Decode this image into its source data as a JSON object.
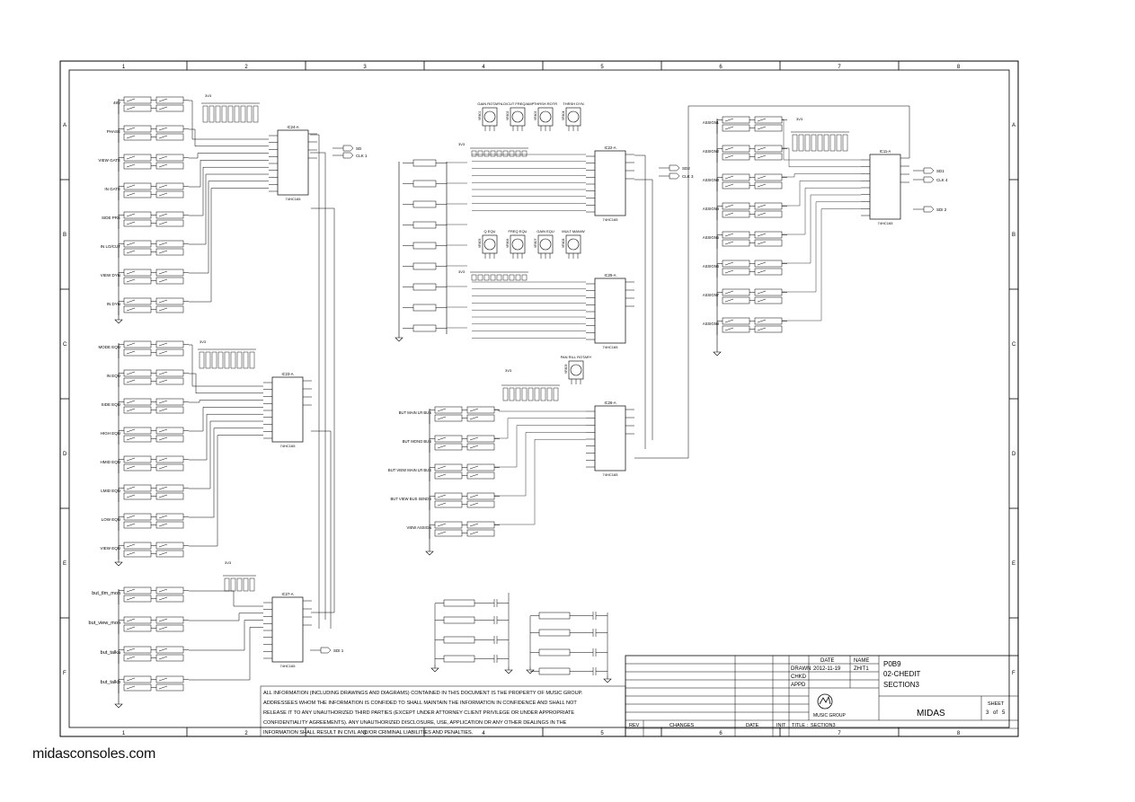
{
  "grid": {
    "cols": [
      "1",
      "2",
      "3",
      "4",
      "5",
      "6",
      "7",
      "8"
    ],
    "rows": [
      "A",
      "B",
      "C",
      "D",
      "E",
      "F"
    ]
  },
  "pot_group_1": {
    "labels": [
      "GAIN ROTARY",
      "LO/CUT FREQ/AMP",
      "THRSH ROTR",
      "THRSH DYN"
    ],
    "refs": [
      "VR801",
      "VR802",
      "VR803",
      "VR804"
    ]
  },
  "pot_group_2": {
    "labels": [
      "Q EQU",
      "FREQ EQU",
      "GAIN EQU",
      "MULT MAN/W"
    ],
    "refs": [
      "VR805",
      "VR806",
      "VR807",
      "VR808"
    ]
  },
  "pot_single": {
    "label": "PAN RILL ROTARY",
    "ref": "VR809"
  },
  "left_top_labels": [
    "48V",
    "PHASE",
    "VIEW GATE",
    "IN GATE",
    "SIDE PRE",
    "IN LO/CUT",
    "VIEW DYN",
    "IN DYN"
  ],
  "left_mid_labels": [
    "MODE EQU",
    "IN EQU",
    "SIDE EQU",
    "HIGH EQU",
    "HMID EQU",
    "LMID EQU",
    "LOW EQU",
    "VIEW EQU"
  ],
  "left_bot_labels": [
    "but_tlm_mon",
    "but_view_mon",
    "but_talka",
    "but_talkb"
  ],
  "bus_labels": [
    "BUT MAIN LR BUS",
    "BUT MONO BUS",
    "BUT VIEW MAIN LR BUS",
    "BUT VIEW BUS SENDS",
    "VIEW ASSIGN"
  ],
  "assign_labels": [
    "ASSIGN1",
    "ASSIGN2",
    "ASSIGN3",
    "ASSIGN4",
    "ASSIGN5",
    "ASSIGN6",
    "ASSIGN7",
    "ASSIGN8"
  ],
  "chips": {
    "ic1": "IC24-A",
    "ic2": "IC22-A",
    "ic3": "IC25-A",
    "ic4": "IC26-A",
    "ic5": "IC23-A",
    "ic6": "IC27-A",
    "ic7": "IC11-A",
    "type": "74HC165"
  },
  "signals": {
    "sd": "SD",
    "clk1": "CLK 1",
    "sd2": "SD2",
    "clk3": "CLK 3",
    "sd1": "SD1",
    "clk4": "CLK 4",
    "sdi": "SDI 1",
    "sdi2": "SDI 2",
    "v3": "3V3"
  },
  "title_block": {
    "project": "P0B9",
    "drawing": "02-CHEDIT",
    "section": "SECTION3",
    "date_label": "DATE",
    "name_label": "NAME",
    "drawn_label": "DRAWN",
    "drawn_date": "2012-11-19",
    "drawn_name": "ZHIT1",
    "chkd_label": "CHKD",
    "appd_label": "APPD",
    "company": "MUSIC GROUP",
    "brand": "MIDAS",
    "sheet_label": "SHEET",
    "sheet_num": "3",
    "sheet_of": "of",
    "sheet_total": "5",
    "rev_label": "REV",
    "changes_label": "CHANGES",
    "date2_label": "DATE",
    "init_label": "INIT",
    "title_label": "TITLE :",
    "title_value": "SECTION3"
  },
  "notice": [
    "ALL INFORMATION (INCLUDING DRAWINGS AND DIAGRAMS) CONTAINED IN THIS DOCUMENT IS THE PROPERTY OF MUSIC GROUP.",
    "ADDRESSEES WHOM THE INFORMATION IS CONFIDED TO SHALL MAINTAIN THE INFORMATION IN CONFIDENCE AND SHALL NOT",
    "RELEASE IT TO ANY UNAUTHORIZED THIRD PARTIES (EXCEPT UNDER ATTORNEY CLIENT PRIVILEGE OR UNDER APPROPRIATE",
    "CONFIDENTIALITY AGREEMENTS). ANY UNAUTHORIZED DISCLOSURE, USE, APPLICATION OR ANY OTHER DEALINGS IN THE",
    "INFORMATION SHALL RESULT IN CIVIL AND/OR CRIMINAL LIABILITIES AND PENALTIES."
  ],
  "footer_url": "midasconsoles.com"
}
